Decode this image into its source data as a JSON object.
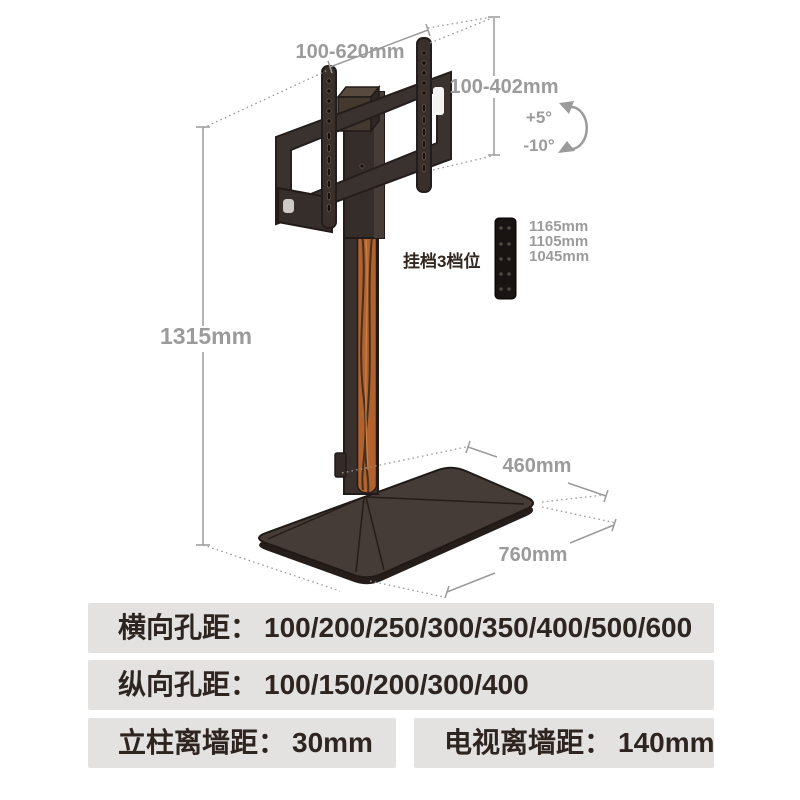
{
  "product_diagram": {
    "dims": {
      "bracket_width_range": "100-620mm",
      "bracket_height_range": "100-402mm",
      "tilt_up": "+5°",
      "tilt_down": "-10°",
      "stand_height": "1315mm",
      "base_depth": "460mm",
      "base_width": "760mm"
    },
    "gear": {
      "label": "挂档3档位",
      "levels": [
        "1165mm",
        "1105mm",
        "1045mm"
      ]
    }
  },
  "spec_table": {
    "row_horizontal": {
      "label": "横向孔距：",
      "value": "100/200/250/300/350/400/500/600"
    },
    "row_vertical": {
      "label": "纵向孔距：",
      "value": "100/150/200/300/400"
    },
    "cell_pillar": {
      "label": "立柱离墙距：",
      "value": "30mm"
    },
    "cell_tv": {
      "label": "电视离墙距：",
      "value": "140mm"
    }
  },
  "colors": {
    "annotation_gray": "#9b9b9b",
    "spec_text": "#2e2521",
    "spec_bar_bg": "#e3e2e0",
    "stand_dark": "#3a312d",
    "wood": "#b2622f",
    "base_plate": "#453b37"
  }
}
